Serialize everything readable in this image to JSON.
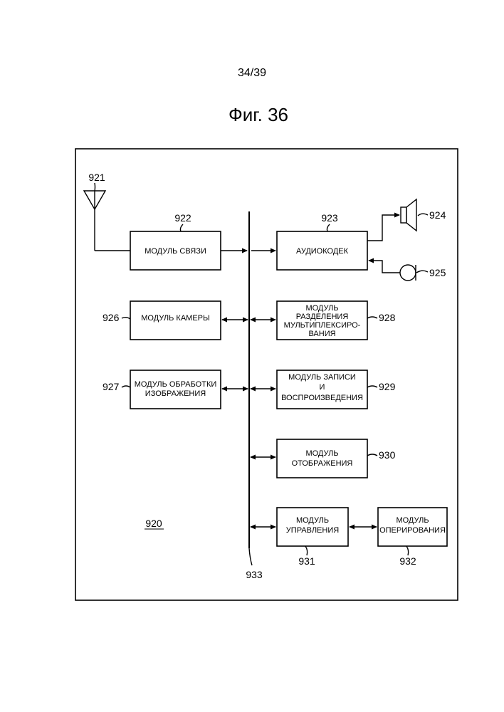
{
  "page": {
    "number": "34/39",
    "figure": "Фиг. 36"
  },
  "device_label": "920",
  "bus_label": "933",
  "antenna": {
    "ref": "921"
  },
  "speaker": {
    "ref": "924"
  },
  "microphone": {
    "ref": "925"
  },
  "blocks": {
    "comm": {
      "ref": "922",
      "lines": [
        "МОДУЛЬ СВЯЗИ"
      ]
    },
    "audio": {
      "ref": "923",
      "lines": [
        "АУДИОКОДЕК"
      ]
    },
    "camera": {
      "ref": "926",
      "lines": [
        "МОДУЛЬ КАМЕРЫ"
      ]
    },
    "image": {
      "ref": "927",
      "lines": [
        "МОДУЛЬ ОБРАБОТКИ",
        "ИЗОБРАЖЕНИЯ"
      ]
    },
    "demux": {
      "ref": "928",
      "lines": [
        "МОДУЛЬ",
        "РАЗДЕЛЕНИЯ",
        "МУЛЬТИПЛЕКСИРО-",
        "ВАНИЯ"
      ]
    },
    "record": {
      "ref": "929",
      "lines": [
        "МОДУЛЬ ЗАПИСИ",
        "И",
        "ВОСПРОИЗВЕДЕНИЯ"
      ]
    },
    "display": {
      "ref": "930",
      "lines": [
        "МОДУЛЬ",
        "ОТОБРАЖЕНИЯ"
      ]
    },
    "control": {
      "ref": "931",
      "lines": [
        "МОДУЛЬ",
        "УПРАВЛЕНИЯ"
      ]
    },
    "operate": {
      "ref": "932",
      "lines": [
        "МОДУЛЬ",
        "ОПЕРИРОВАНИЯ"
      ]
    }
  }
}
